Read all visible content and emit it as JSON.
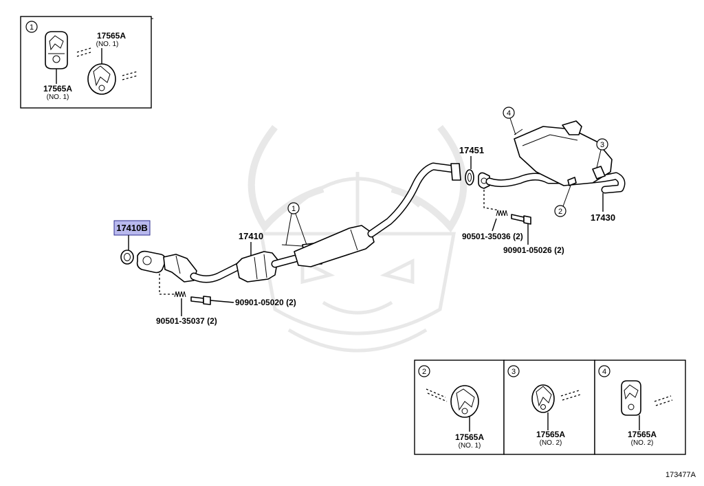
{
  "part_labels": {
    "gasket_front": "17410B",
    "front_pipe": "17410",
    "gasket_rear": "17451",
    "tail_pipe": "17430"
  },
  "fasteners": {
    "front_spring": "90501-35037 (2)",
    "front_bolt": "90901-05020 (2)",
    "rear_spring": "90501-35036 (2)",
    "rear_bolt": "90901-05026 (2)"
  },
  "callouts": {
    "c1": "1",
    "c2": "2",
    "c3": "3",
    "c4": "4"
  },
  "inset_1": {
    "number": "1",
    "top_part": "17565A",
    "top_sub": "(NO. 1)",
    "bottom_part": "17565A",
    "bottom_sub": "(NO. 1)"
  },
  "inset_2": {
    "number": "2",
    "part": "17565A",
    "sub": "(NO. 1)"
  },
  "inset_3": {
    "number": "3",
    "part": "17565A",
    "sub": "(NO. 2)"
  },
  "inset_4": {
    "number": "4",
    "part": "17565A",
    "sub": "(NO. 2)"
  },
  "figure_code": "173477A",
  "colors": {
    "highlight": "#b9b9ee",
    "line": "#000000",
    "watermark": "#e8e8e8"
  }
}
